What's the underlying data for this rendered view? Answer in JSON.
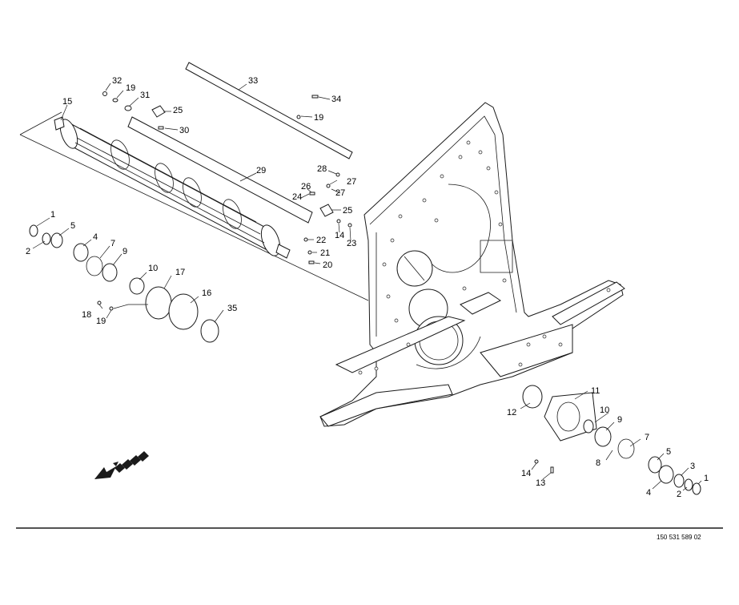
{
  "callouts": [
    {
      "id": "c33",
      "label": "33"
    },
    {
      "id": "c34",
      "label": "34"
    },
    {
      "id": "c19a",
      "label": "19"
    },
    {
      "id": "c32",
      "label": "32"
    },
    {
      "id": "c19b",
      "label": "19"
    },
    {
      "id": "c31",
      "label": "31"
    },
    {
      "id": "c25a",
      "label": "25"
    },
    {
      "id": "c30",
      "label": "30"
    },
    {
      "id": "c15",
      "label": "15"
    },
    {
      "id": "c29",
      "label": "29"
    },
    {
      "id": "c28",
      "label": "28"
    },
    {
      "id": "c27a",
      "label": "27"
    },
    {
      "id": "c26",
      "label": "26"
    },
    {
      "id": "c24",
      "label": "24"
    },
    {
      "id": "c27b",
      "label": "27"
    },
    {
      "id": "c25b",
      "label": "25"
    },
    {
      "id": "c14a",
      "label": "14"
    },
    {
      "id": "c23",
      "label": "23"
    },
    {
      "id": "c22",
      "label": "22"
    },
    {
      "id": "c21",
      "label": "21"
    },
    {
      "id": "c20",
      "label": "20"
    },
    {
      "id": "c1a",
      "label": "1"
    },
    {
      "id": "c2a",
      "label": "2"
    },
    {
      "id": "c5a",
      "label": "5"
    },
    {
      "id": "c4a",
      "label": "4"
    },
    {
      "id": "c7a",
      "label": "7"
    },
    {
      "id": "c9a",
      "label": "9"
    },
    {
      "id": "c10a",
      "label": "10"
    },
    {
      "id": "c17",
      "label": "17"
    },
    {
      "id": "c16",
      "label": "16"
    },
    {
      "id": "c18",
      "label": "18"
    },
    {
      "id": "c19c",
      "label": "19"
    },
    {
      "id": "c35",
      "label": "35"
    },
    {
      "id": "c11",
      "label": "11"
    },
    {
      "id": "c12",
      "label": "12"
    },
    {
      "id": "c10b",
      "label": "10"
    },
    {
      "id": "c9b",
      "label": "9"
    },
    {
      "id": "c7b",
      "label": "7"
    },
    {
      "id": "c8",
      "label": "8"
    },
    {
      "id": "c5b",
      "label": "5"
    },
    {
      "id": "c3",
      "label": "3"
    },
    {
      "id": "c1b",
      "label": "1"
    },
    {
      "id": "c2b",
      "label": "2"
    },
    {
      "id": "c4b",
      "label": "4"
    },
    {
      "id": "c14b",
      "label": "14"
    },
    {
      "id": "c13",
      "label": "13"
    }
  ],
  "document_number": "150 531 589 02"
}
